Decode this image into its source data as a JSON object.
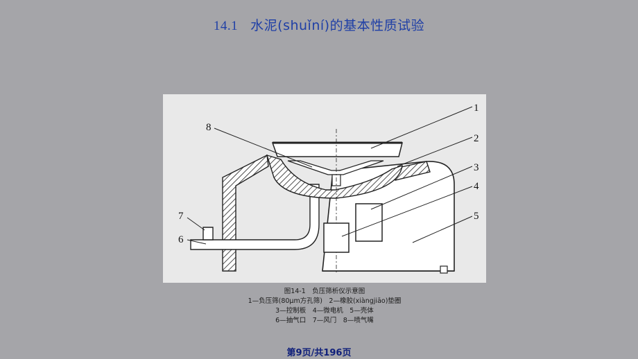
{
  "slide": {
    "title_number": "14.1",
    "title_text": "水泥(shuǐní)的基本性质试验"
  },
  "figure": {
    "callouts": [
      "1",
      "2",
      "3",
      "4",
      "5",
      "6",
      "7",
      "8"
    ],
    "caption_title": "图14-1　负压筛析仪示意图",
    "caption_line1": "1—负压筛(80μm方孔筛)　2—橡胶(xiàngjiāo)垫圈",
    "caption_line2": "3—控制板　4—微电机　5—壳体",
    "caption_line3": "6—抽气口　7—风门　8—喷气嘴"
  },
  "footer": {
    "page_label": "第9页/共196页"
  }
}
